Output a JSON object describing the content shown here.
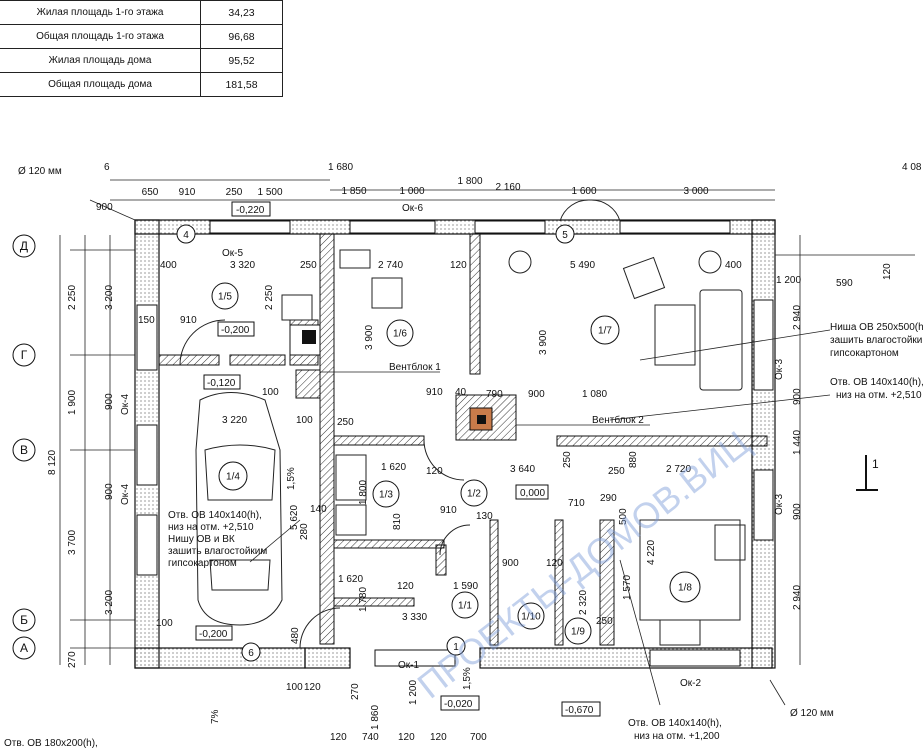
{
  "area_table": [
    {
      "label": "Жилая площадь 1-го этажа",
      "value": "34,23"
    },
    {
      "label": "Общая площадь 1-го этажа",
      "value": "96,68"
    },
    {
      "label": "Жилая площадь дома",
      "value": "95,52"
    },
    {
      "label": "Общая площадь дома",
      "value": "181,58"
    }
  ],
  "axes": {
    "d": "Д",
    "g": "Г",
    "v": "В",
    "b": "Б",
    "a": "А",
    "c1": "1",
    "c4": "4",
    "c5": "5",
    "c6": "6"
  },
  "top_dims": [
    "650",
    "910",
    "250",
    "1 500",
    "1 850",
    "1 000",
    "1 800",
    "2 160",
    "1 600",
    "3 000"
  ],
  "top_misc": {
    "d120": "Ø 120 мм",
    "d6": "6",
    "d1680": "1 680",
    "d900": "900",
    "d4": "4 08",
    "ok6": "Ок-6",
    "ok5": "Ок-5",
    "ok4": "Ок-4",
    "ok4b": "Ок-4",
    "ok3": "Ок-3",
    "ok3b": "Ок-3",
    "ok1": "Ок-1",
    "ok2": "Ок-2"
  },
  "left_dims": [
    "2 250",
    "1 900",
    "3 700",
    "8 120",
    "3 200",
    "900",
    "900",
    "270",
    "3 200"
  ],
  "right_dims": [
    "2 940",
    "900",
    "1 440",
    "900",
    "2 940",
    "120",
    "1 200",
    "590"
  ],
  "levels": {
    "l1": "-0,220",
    "l2": "-0,200",
    "l3": "-0,120",
    "l4": "0,000",
    "l5": "-0,200",
    "l6": "-0,020",
    "l7": "-0,670"
  },
  "rooms": {
    "r15": "1/5",
    "r16": "1/6",
    "r17": "1/7",
    "r14": "1/4",
    "r13": "1/3",
    "r12": "1/2",
    "r11": "1/1",
    "r110": "1/10",
    "r19": "1/9",
    "r18": "1/8"
  },
  "inner_dims": [
    "400",
    "3 320",
    "250",
    "2 740",
    "120",
    "5 490",
    "400",
    "910",
    "2 250",
    "3 900",
    "3 900",
    "100",
    "910",
    "40",
    "790",
    "900",
    "1 080",
    "3 220",
    "100",
    "250",
    "1 620",
    "120",
    "3 640",
    "250",
    "250",
    "2 720",
    "880",
    "1 800",
    "810",
    "910",
    "130",
    "710",
    "290",
    "5 620",
    "140",
    "280",
    "500",
    "4 220",
    "1 620",
    "120",
    "1 590",
    "900",
    "120",
    "2 320",
    "1 570",
    "1 780",
    "3 330",
    "250",
    "100",
    "480",
    "100",
    "120",
    "1 860",
    "1 200",
    "270",
    "120",
    "740",
    "120",
    "120",
    "700",
    "150"
  ],
  "notes": {
    "vent1": "Вентблок 1",
    "vent2": "Вентблок 2",
    "niche_title": "Ниша ОВ 250х500(h),",
    "niche_l2": "зашить влагостойким",
    "niche_l3": "гипсокартоном",
    "otv_r1": "Отв. ОВ 140х140(h),",
    "otv_r2": "низ на отм. +2,510",
    "otv_l1": "Отв. ОВ 140х140(h),",
    "otv_l2": "низ на отм. +2,510",
    "otv_l3": "Нишу ОВ и ВК",
    "otv_l4": "зашить влагостойким",
    "otv_l5": "гипсокартоном",
    "otv_b1": "Отв. ОВ 140х140(h),",
    "otv_b2": "низ на отм. +1,200",
    "otv_bl": "Отв. ОВ 180х200(h),",
    "d120b": "Ø 120 мм",
    "slope1": "1,5%",
    "slope2": "1,5%",
    "slope3": "7%",
    "sect": "1"
  },
  "watermark": "ПРОЕКТЫ-ДОМОВ.ВИЦ"
}
